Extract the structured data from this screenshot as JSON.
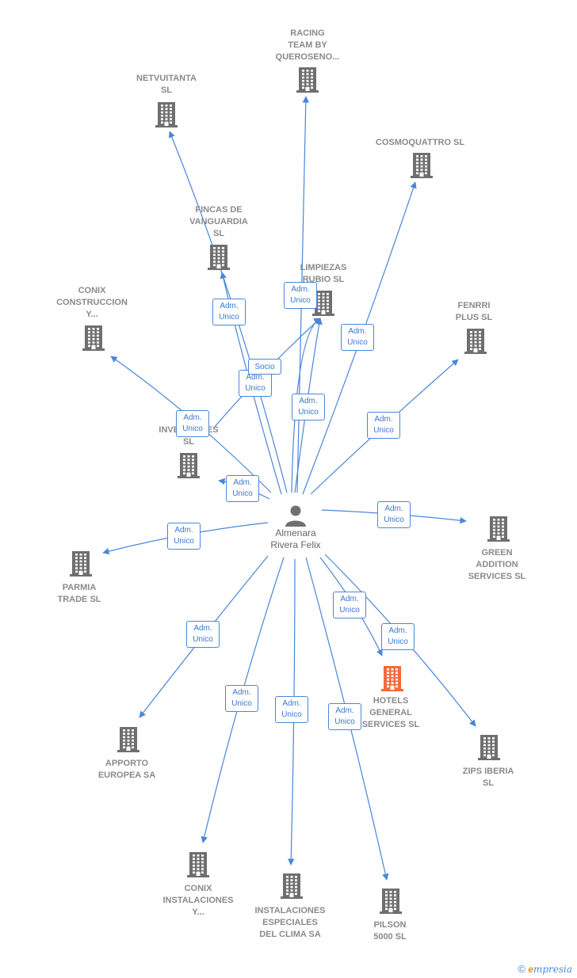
{
  "center": {
    "name": "Almenara\nRivera Felix",
    "icon": "person-icon"
  },
  "colors": {
    "edge": "#4a86d8",
    "building": "#6f6f6f",
    "highlight": "#f26b3a"
  },
  "nodes": [
    {
      "id": "racing",
      "label": "RACING\nTEAM BY\nQUEROSENO..."
    },
    {
      "id": "netvuitanta",
      "label": "NETVUITANTA\nSL"
    },
    {
      "id": "cosmoquattro",
      "label": "COSMOQUATTRO SL"
    },
    {
      "id": "fincas",
      "label": "FINCAS DE\nVANGUARDIA\nSL"
    },
    {
      "id": "limpiezas",
      "label": "LIMPIEZAS\nRUBIO SL"
    },
    {
      "id": "conix_construccion",
      "label": "CONIX\nCONSTRUCCION\nY..."
    },
    {
      "id": "fenrri",
      "label": "FENRRI\nPLUS SL"
    },
    {
      "id": "inversiones",
      "label": "INVERSIONES\nSL"
    },
    {
      "id": "green",
      "label": "GREEN\nADDITION\nSERVICES  SL"
    },
    {
      "id": "parmia",
      "label": "PARMIA\nTRADE  SL"
    },
    {
      "id": "hotels",
      "label": "HOTELS\nGENERAL\nSERVICES  SL",
      "highlight": true
    },
    {
      "id": "zips",
      "label": "ZIPS IBERIA\nSL"
    },
    {
      "id": "apporto",
      "label": "APPORTO\nEUROPEA SA"
    },
    {
      "id": "conix_instalaciones",
      "label": "CONIX\nINSTALACIONES\nY..."
    },
    {
      "id": "instalaciones",
      "label": "INSTALACIONES\nESPECIALES\nDEL CLIMA SA"
    },
    {
      "id": "pilson",
      "label": "PILSON\n5000  SL"
    }
  ],
  "edges": [
    {
      "to": "racing",
      "label": "Adm.\nUnico"
    },
    {
      "to": "netvuitanta",
      "label": "Adm.\nUnico"
    },
    {
      "to": "cosmoquattro",
      "label": "Adm.\nUnico"
    },
    {
      "to": "fincas",
      "label": "Adm.\nUnico"
    },
    {
      "to": "limpiezas",
      "label": "Socio"
    },
    {
      "to": "limpiezas",
      "label": "Adm.\nUnico"
    },
    {
      "to": "limpiezas",
      "label": "Adm.\nUnico"
    },
    {
      "to": "conix_construccion",
      "label": "Adm.\nUnico"
    },
    {
      "to": "fenrri",
      "label": "Adm.\nUnico"
    },
    {
      "to": "inversiones",
      "label": "Adm.\nUnico"
    },
    {
      "to": "green",
      "label": "Adm.\nUnico"
    },
    {
      "to": "parmia",
      "label": "Adm.\nUnico"
    },
    {
      "to": "hotels",
      "label": "Adm.\nUnico"
    },
    {
      "to": "zips",
      "label": "Adm.\nUnico"
    },
    {
      "to": "apporto",
      "label": "Adm.\nUnico"
    },
    {
      "to": "conix_instalaciones",
      "label": "Adm.\nUnico"
    },
    {
      "to": "instalaciones",
      "label": "Adm.\nUnico"
    },
    {
      "to": "pilson",
      "label": "Adm.\nUnico"
    }
  ],
  "footer": {
    "copyright": "©",
    "brand_initial": "e",
    "brand_rest": "mpresia"
  }
}
